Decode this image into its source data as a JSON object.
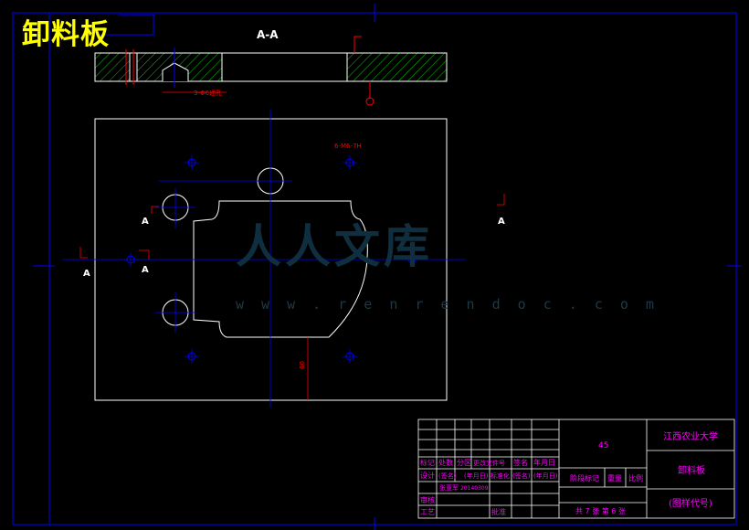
{
  "page_title": "卸料板",
  "section_label": "A-A",
  "section_markers": [
    "A",
    "A",
    "A",
    "A"
  ],
  "annotations": {
    "thread_callout": "6-M6-7H",
    "pin_callout": "3-Φ6通孔",
    "dim_vertical": "60"
  },
  "watermark": {
    "text": "人人文库",
    "url": "w w w . r e n r e n d o c . c o m"
  },
  "title_block": {
    "material": "45",
    "school": "江西农业大学",
    "part_name": "卸料板",
    "drawing_code": "(图样代号)",
    "sheet_info": "共 7 张 第 6 张",
    "stage_mark": "阶段标记",
    "weight": "重量",
    "scale": "比例",
    "change_headers": [
      "标记",
      "处数",
      "分区",
      "更改文件号",
      "签名",
      "年月日"
    ],
    "design_row": [
      "设计",
      "(签名)",
      "(年月日)",
      "标准化",
      "(签名)",
      "(年月日)"
    ],
    "student_row": [
      "张亚军",
      "20140309"
    ],
    "left_rows": [
      "审核",
      "工艺"
    ],
    "right_rows": [
      "批准"
    ]
  },
  "colors": {
    "background": "#000000",
    "frame": "#0000ff",
    "outline": "#ffffff",
    "hatch": "#00ff00",
    "dimension": "#ff0000",
    "title_block_text": "#ff00ff",
    "centerline": "#0000ff",
    "title": "#ffff00"
  }
}
